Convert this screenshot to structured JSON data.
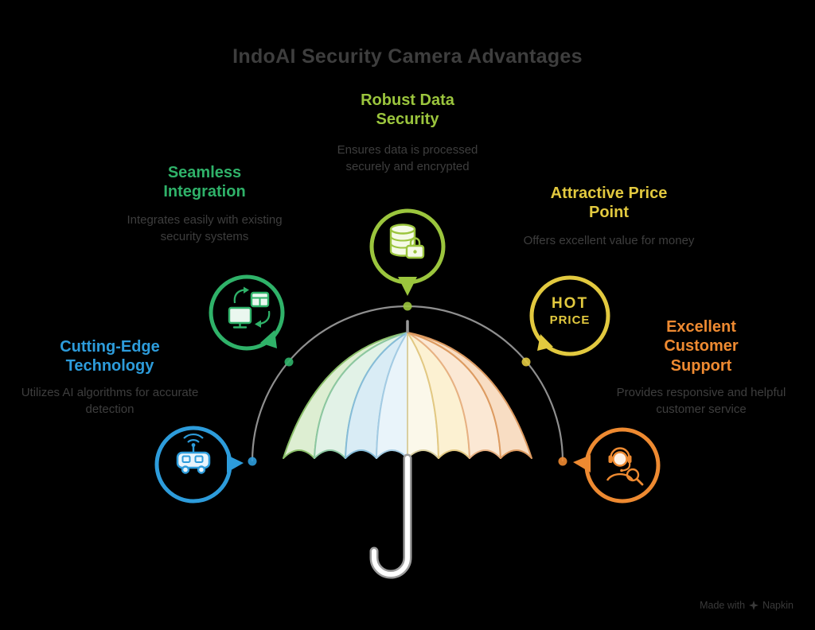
{
  "title": "IndoAI Security Camera Advantages",
  "items": [
    {
      "id": "cutting-edge-technology",
      "heading": "Cutting-Edge Technology",
      "description": "Utilizes AI algorithms for accurate detection",
      "color": "#2D9CDB",
      "icon": "ai-vehicle-icon"
    },
    {
      "id": "seamless-integration",
      "heading": "Seamless Integration",
      "description": "Integrates easily with existing security systems",
      "color": "#2FB269",
      "icon": "system-sync-icon"
    },
    {
      "id": "robust-data-security",
      "heading": "Robust Data Security",
      "description": "Ensures data is processed securely and encrypted",
      "color": "#9BC53D",
      "icon": "database-lock-icon"
    },
    {
      "id": "attractive-price-point",
      "heading": "Attractive Price Point",
      "description": "Offers excellent value for money",
      "color": "#E2C93F",
      "icon": "hot-price-icon",
      "icon_text": {
        "line1": "HOT",
        "line2": "PRICE"
      }
    },
    {
      "id": "excellent-customer-support",
      "heading": "Excellent Customer Support",
      "description": "Provides responsive and helpful customer service",
      "color": "#EE8A31",
      "icon": "customer-support-icon"
    }
  ],
  "watermark": {
    "prefix": "Made with",
    "brand": "Napkin"
  }
}
